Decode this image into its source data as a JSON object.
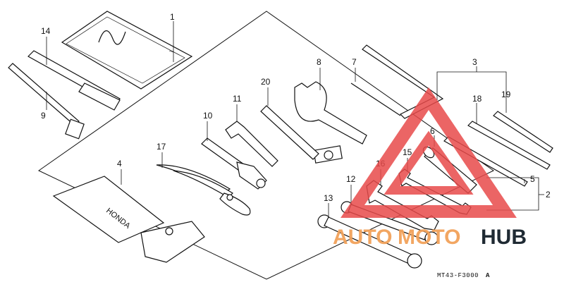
{
  "diagram": {
    "part_code": "MT43-F3000",
    "part_code_suffix": "A",
    "callouts": {
      "c1": "1",
      "c2": "2",
      "c3": "3",
      "c4": "4",
      "c5": "5",
      "c6": "6",
      "c7": "7",
      "c8": "8",
      "c9": "9",
      "c10": "10",
      "c11": "11",
      "c12": "12",
      "c13": "13",
      "c14": "14",
      "c15": "15",
      "c16": "16",
      "c17": "17",
      "c18": "18",
      "c19": "19",
      "c20": "20"
    },
    "bag_print": "HONDA"
  },
  "watermark": {
    "word_a": "AUTO",
    "word_b": "MOTO",
    "word_c": "HUB",
    "color_accent": "#f2a25a",
    "color_triangle": "#e84a4a",
    "color_dark": "#1f2a33"
  }
}
